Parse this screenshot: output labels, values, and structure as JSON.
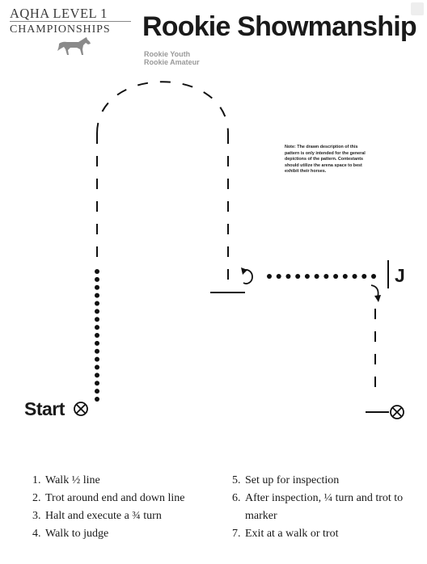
{
  "logo": {
    "line1": "AQHA LEVEL 1",
    "line2": "CHAMPIONSHIPS"
  },
  "title": "Rookie Showmanship",
  "classes": [
    "Rookie Youth",
    "Rookie Amateur"
  ],
  "note": "Note: The drawn description of this pattern is only intended for the general depictions of the pattern. Contestants should utilize the arena space to best exhibit their horses.",
  "labels": {
    "start": "Start",
    "judge": "J"
  },
  "steps_left": [
    {
      "num": "1.",
      "text": "Walk ½ line"
    },
    {
      "num": "2.",
      "text": "Trot around end and down line"
    },
    {
      "num": "3.",
      "text": "Halt and execute a ¾ turn"
    },
    {
      "num": "4.",
      "text": "Walk to judge"
    }
  ],
  "steps_right": [
    {
      "num": "5.",
      "text": "Set up for inspection"
    },
    {
      "num": "6.",
      "text": "After inspection, ¼ turn and trot to",
      "cont": "marker"
    },
    {
      "num": "7.",
      "text": "Exit at a walk or trot"
    }
  ],
  "icons": {
    "start_marker": "circle-x-icon",
    "exit_marker": "circle-x-icon",
    "turn": "clockwise-arrow-icon",
    "quarter_turn": "curved-arrow-icon",
    "logo_graphic": "horse-icon"
  }
}
